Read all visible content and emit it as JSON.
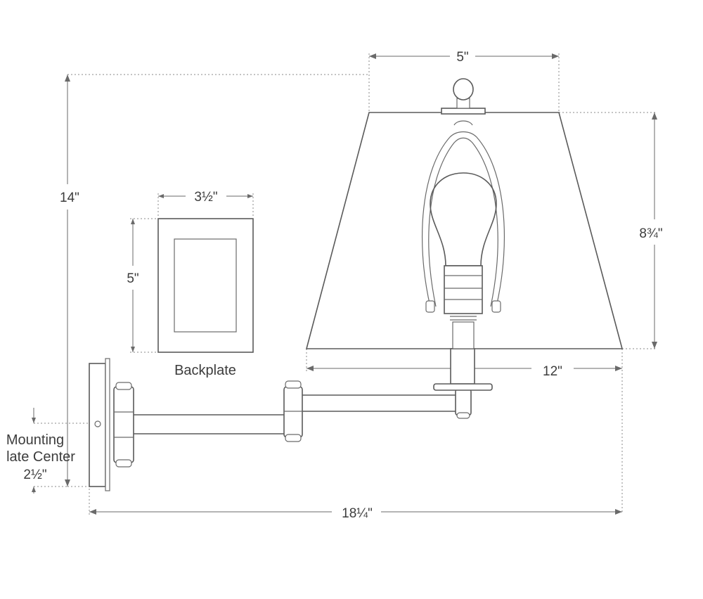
{
  "dimensions": {
    "shade_top_width": "5\"",
    "overall_height": "14\"",
    "backplate_width": "3½\"",
    "backplate_height": "5\"",
    "shade_height": "8¾\"",
    "shade_bottom_width": "12\"",
    "overall_extension": "18¼\"",
    "mounting_center": "2½\""
  },
  "labels": {
    "backplate": "Backplate",
    "mounting_line1": "Mounting",
    "mounting_line2": "late Center"
  }
}
